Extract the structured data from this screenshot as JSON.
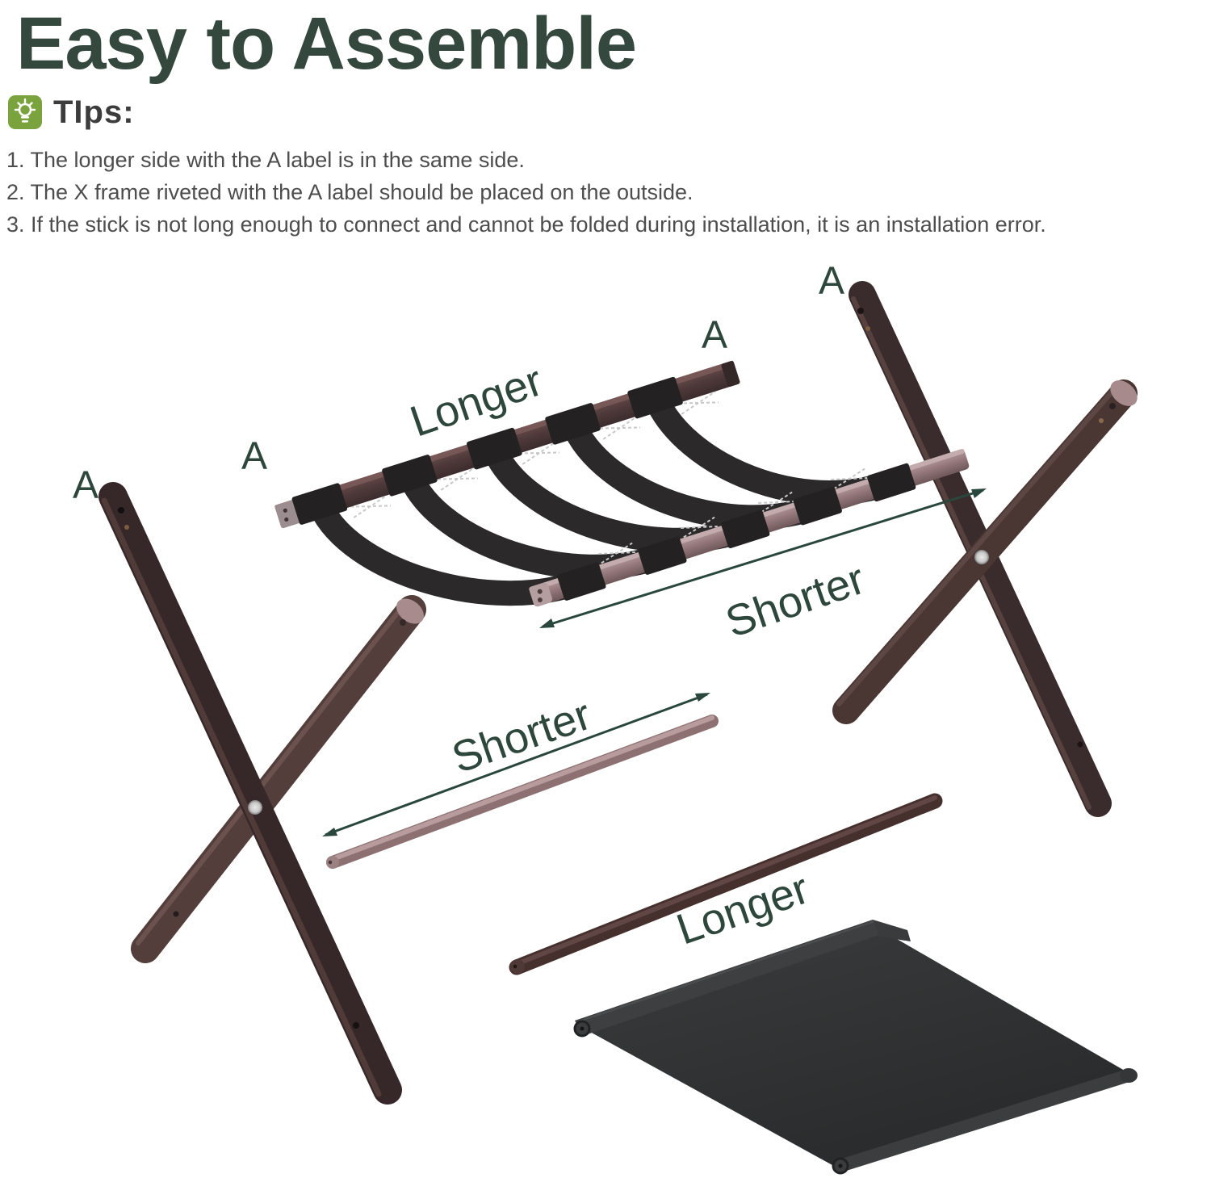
{
  "header": {
    "title": "Easy to Assemble",
    "tips_label": "TIps:",
    "tips": [
      "1. The longer side with the A label is in the same side.",
      "2. The X frame riveted with the A label should be placed on the outside.",
      "3. If the stick is not long enough to connect and cannot be folded during installation, it is an installation error."
    ]
  },
  "labels": {
    "a": "A",
    "longer_top": "Longer",
    "shorter_top": "Shorter",
    "shorter_mid": "Shorter",
    "longer_bottom": "Longer"
  },
  "icons": {
    "tips_icon": "lightbulb-icon"
  },
  "colors": {
    "title_green": "#35483e",
    "label_green": "#2e473c",
    "arrow_green": "#2a473d",
    "icon_green": "#7ba33d",
    "body_text_gray": "#4d4d4d",
    "wood_dark_brown": "#3a2b2c",
    "wood_mid_brown": "#52393a",
    "rail_pink": "#a18487",
    "strap_black": "#2a2829",
    "fabric_gray": "#303233"
  }
}
